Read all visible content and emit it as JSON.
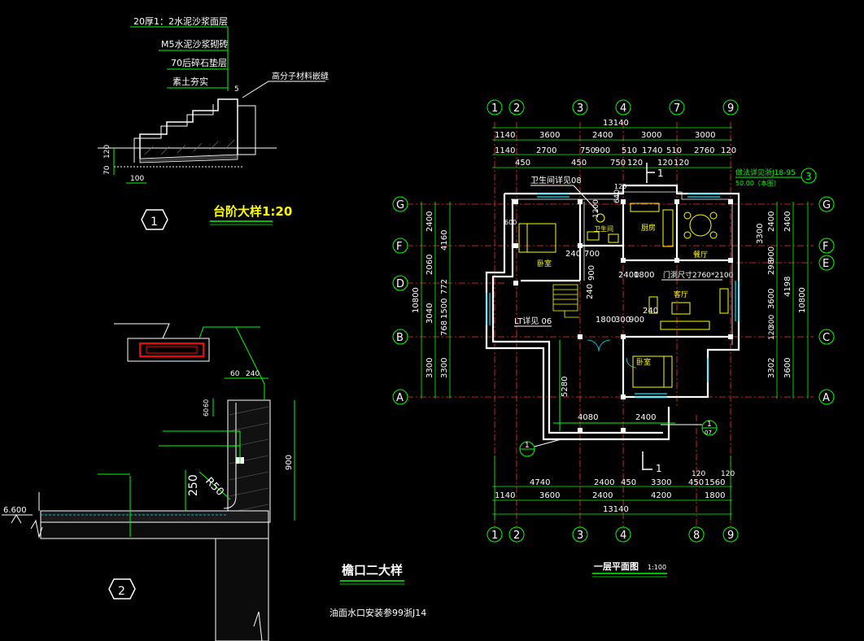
{
  "stair": {
    "layers": [
      "20厚1：2水泥沙浆面层",
      "M5水泥沙浆砌砖",
      "70后碎石垫层",
      "素土夯实"
    ],
    "note": "高分子材料嵌缝",
    "dims": [
      "5",
      "120",
      "70",
      "100"
    ],
    "marker": "1",
    "title": "台阶大样1:20"
  },
  "eave": {
    "dims": [
      "60",
      "240",
      "60",
      "60",
      "900",
      "250",
      "R50"
    ],
    "elevation": "6.600",
    "marker": "2",
    "title": "檐口二大样",
    "note": "油面水口安装参99浙J14"
  },
  "plan": {
    "top_axes": [
      "1",
      "2",
      "3",
      "4",
      "7",
      "9"
    ],
    "bottom_axes": [
      "1",
      "2",
      "3",
      "4",
      "8",
      "9"
    ],
    "left_axes": [
      "G",
      "F",
      "D",
      "B",
      "A"
    ],
    "right_axes": [
      "G",
      "F",
      "E",
      "C",
      "A"
    ],
    "top_total": "13140",
    "top_row1": [
      "1140",
      "3600",
      "2400",
      "3000",
      "3000"
    ],
    "top_row2": [
      "1140",
      "2700",
      "750",
      "900",
      "510",
      "1740",
      "510",
      "2760",
      "120"
    ],
    "top_row3": [
      "450",
      "450",
      "750",
      "120",
      "120",
      "120"
    ],
    "bottom_row1": [
      "4740",
      "2400",
      "450",
      "3300",
      "450",
      "1560"
    ],
    "bottom_row1b": [
      "120",
      "120"
    ],
    "bottom_row2": [
      "1140",
      "3600",
      "2400",
      "4200",
      "1800"
    ],
    "bottom_total": "13140",
    "left_outer": "10800",
    "left_mid": [
      "2400",
      "2060",
      "3040",
      "3300"
    ],
    "left_inner": [
      "4160",
      "772",
      "1500",
      "768",
      "3300"
    ],
    "right_inner": [
      "2400",
      "3300",
      "900",
      "298",
      "3600",
      "120",
      "300",
      "3302"
    ],
    "right_mid": [
      "2400",
      "4198",
      "3600"
    ],
    "right_outer": "10800",
    "rooms": [
      "卧室",
      "卫生间",
      "厨房",
      "餐厅",
      "客厅",
      "卧室"
    ],
    "labels": [
      "卫生间详见08",
      "LT详见 06",
      "门洞尺寸2760*2100",
      "做法详见浙J18-95",
      "50.00（本图）"
    ],
    "inner_dims": [
      "600",
      "1200",
      "640",
      "240",
      "700",
      "2400",
      "900",
      "240",
      "1800",
      "240",
      "1800",
      "300",
      "900",
      "5280",
      "4080",
      "2400",
      "120"
    ],
    "section_marks": [
      "1",
      "1"
    ],
    "detail_ref_top": "3",
    "detail_ref_bottom_num": "1",
    "detail_ref_bottom_sheet": "07",
    "detail_ref_left": "1",
    "title": "一层平面图",
    "scale": "1:100"
  },
  "colors": {
    "bg": "#000000",
    "wall": "#ffffff",
    "dim": "#00ff00",
    "axis": "#ff3030",
    "text": "#ffff00",
    "window": "#00e5ff"
  }
}
